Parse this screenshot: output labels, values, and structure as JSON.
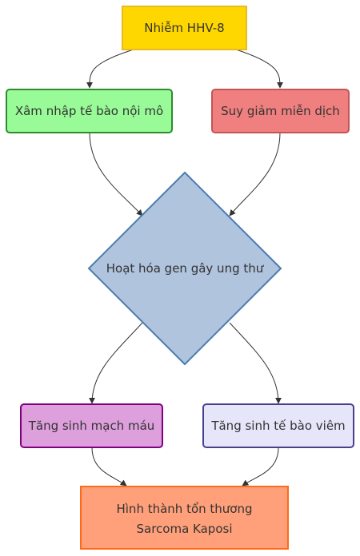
{
  "diagram": {
    "nodes": {
      "hhv8": {
        "label": "Nhiễm HHV-8",
        "fill": "#FFD700",
        "stroke": "#E8B923"
      },
      "endothelial": {
        "label": "Xâm nhập tế bào nội mô",
        "fill": "#98FB98",
        "stroke": "#2E8B2E"
      },
      "immune": {
        "label": "Suy giảm miễn dịch",
        "fill": "#F08080",
        "stroke": "#C25555"
      },
      "oncogene": {
        "label": "Hoạt hóa gen gây ung thư",
        "fill": "#B0C4DE",
        "stroke": "#4A7BB0"
      },
      "angiogenesis": {
        "label": "Tăng sinh mạch máu",
        "fill": "#DDA0DD",
        "stroke": "#800080"
      },
      "inflammatory": {
        "label": "Tăng sinh tế bào viêm",
        "fill": "#E6E6FA",
        "stroke": "#4B3F8C"
      },
      "kaposi": {
        "line1": "Hình thành tổn thương",
        "line2": "Sarcoma Kaposi",
        "fill": "#FFA07A",
        "stroke": "#FF6A1A"
      }
    }
  }
}
